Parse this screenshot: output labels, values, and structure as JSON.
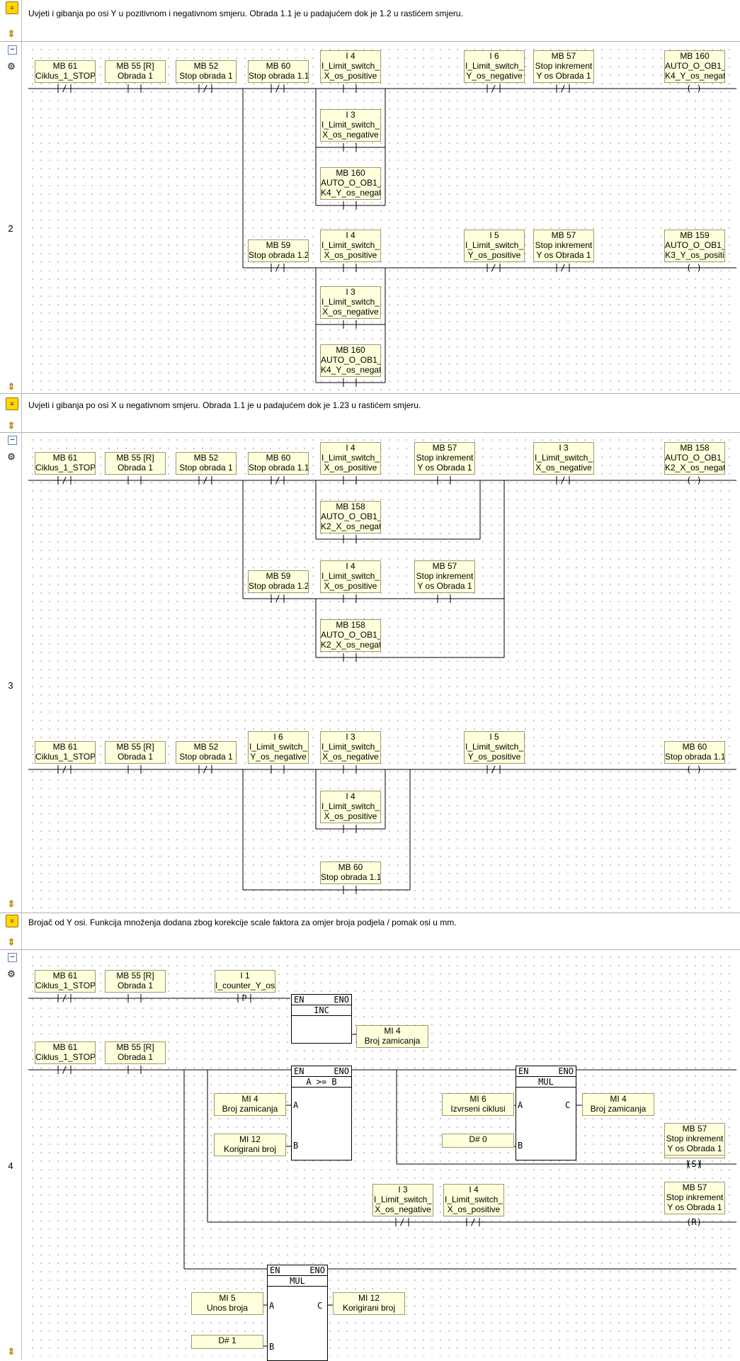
{
  "networks": [
    {
      "number": "2",
      "comment": "Uvjeti i gibanja po osi Y u pozitivnom i negativnom smjeru. Obrada 1.1 je u padajućem dok je 1.2 u rastićem smjeru."
    },
    {
      "number": "3",
      "comment": "Uvjeti i gibanja po osi X u negativnom smjeru. Obrada 1.1 je u padajućem dok je 1.23 u rastićem smjeru."
    },
    {
      "number": "4",
      "comment": "Brojač od Y osi. Funkcija množenja dodana zbog korekcije scale faktora za omjer broja podjela / pomak osi u mm."
    }
  ],
  "contacts": {
    "mb61": [
      "MB 61",
      "Ciklus_1_STOP"
    ],
    "mb55": [
      "MB 55 [R]",
      "Obrada 1"
    ],
    "mb52": [
      "MB 52",
      "Stop obrada 1"
    ],
    "mb60": [
      "MB 60",
      "Stop obrada 1.1"
    ],
    "mb59": [
      "MB 59",
      "Stop obrada 1.2"
    ],
    "i4": [
      "I 4",
      "I_Limit_switch_",
      "X_os_positive"
    ],
    "i3": [
      "I 3",
      "I_Limit_switch_",
      "X_os_negative"
    ],
    "i6": [
      "I 6",
      "I_Limit_switch_",
      "Y_os_negative"
    ],
    "i5": [
      "I 5",
      "I_Limit_switch_",
      "Y_os_positive"
    ],
    "i1": [
      "I 1",
      "I_counter_Y_os"
    ],
    "mb57": [
      "MB 57",
      "Stop inkrement",
      "Y os Obrada 1"
    ],
    "mb160": [
      "MB 160",
      "AUTO_O_OB1_",
      "K4_Y_os_negat"
    ],
    "mb159": [
      "MB 159",
      "AUTO_O_OB1_",
      "K3_Y_os_positi"
    ],
    "mb158": [
      "MB 158",
      "AUTO_O_OB1_",
      "K2_X_os_negat"
    ],
    "mi4": [
      "MI 4",
      "Broj zamicanja"
    ],
    "mi12": [
      "MI 12",
      "Korigirani broj"
    ],
    "mi6": [
      "MI 6",
      "Izvrseni ciklusi"
    ],
    "mi5": [
      "MI 5",
      "Unos broja"
    ],
    "d0": [
      "D# 0"
    ],
    "d1": [
      "D# 1"
    ]
  },
  "blocks": {
    "en": "EN",
    "eno": "ENO",
    "inc": "INC",
    "cmp": "A >= B",
    "mul": "MUL",
    "a": "A",
    "b": "B",
    "c": "C"
  },
  "symbols": {
    "nc": "/",
    "no": "",
    "coil": "( )",
    "set": "S",
    "reset": "R",
    "pos": "P"
  }
}
